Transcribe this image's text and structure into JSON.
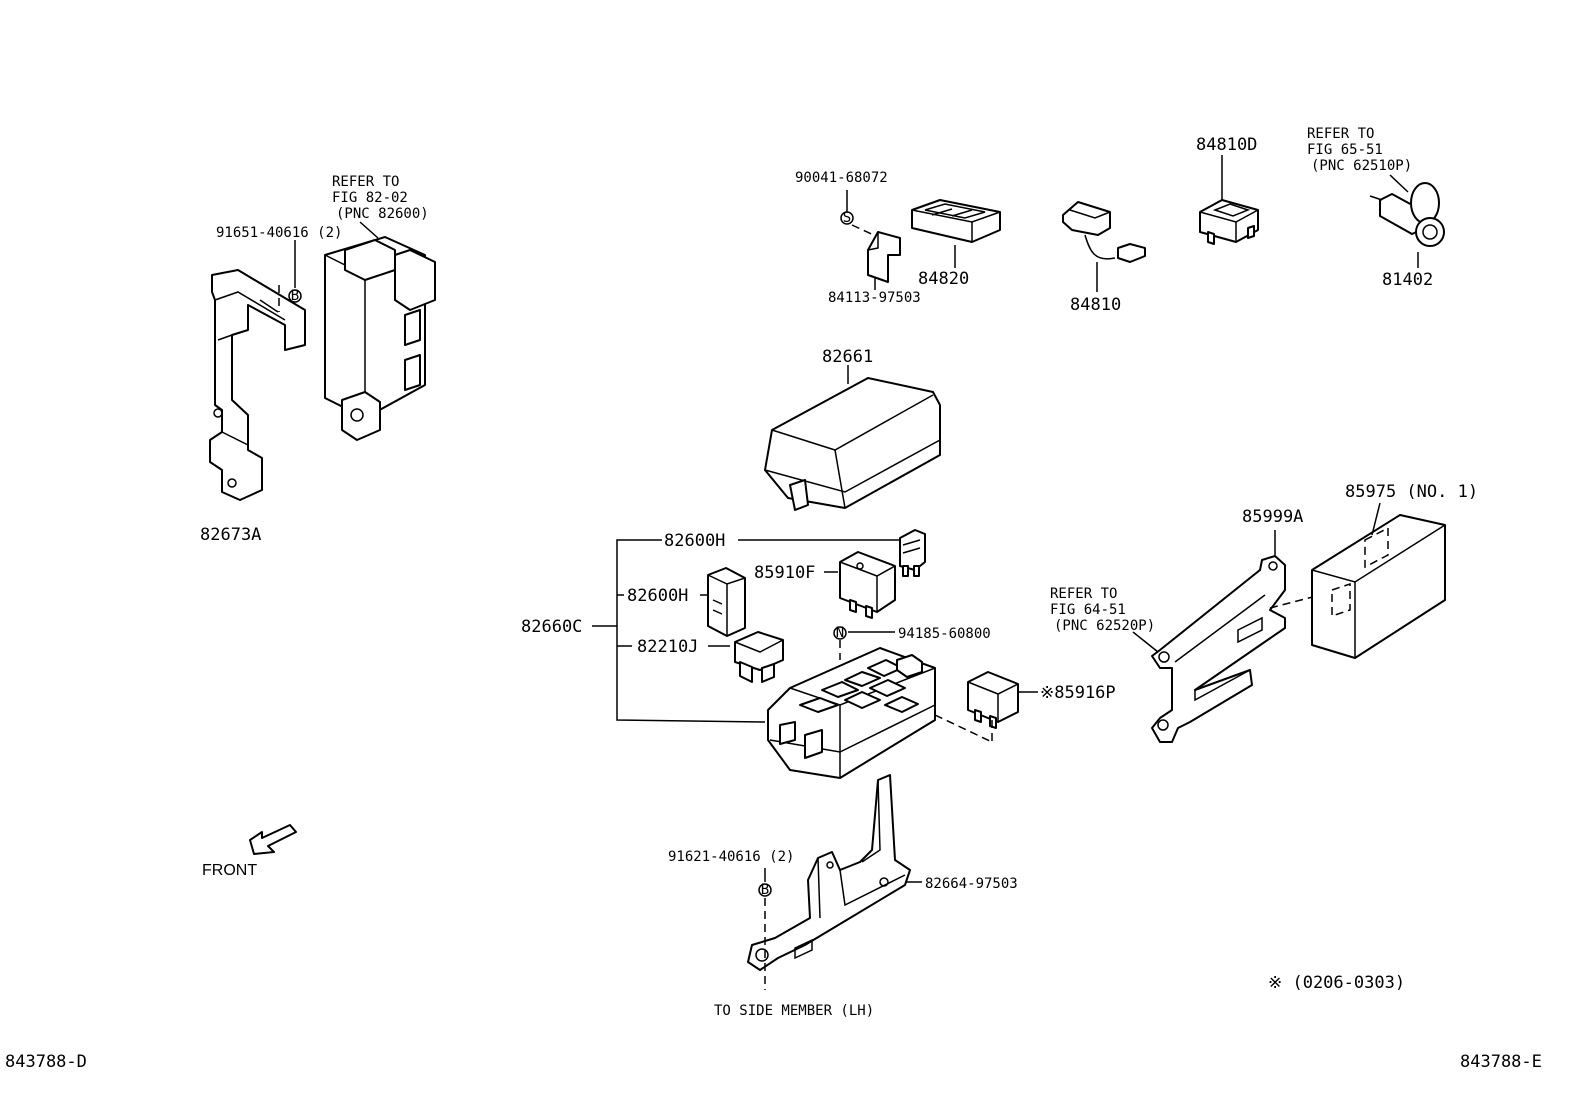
{
  "labels": {
    "refer_fig_82_02": [
      "REFER TO",
      "FIG 82-02",
      "(PNC 82600)"
    ],
    "p91651": "91651-40616 (2)",
    "p82673A": "82673A",
    "p90041": "90041-68072",
    "p84113": "84113-97503",
    "p84820": "84820",
    "p84810": "84810",
    "p84810D": "84810D",
    "refer_fig_65_51": [
      "REFER TO",
      "FIG 65-51",
      "(PNC 62510P)"
    ],
    "p81402": "81402",
    "p82661": "82661",
    "p82600H_top": "82600H",
    "p85910F": "85910F",
    "p82600H_mid": "82600H",
    "p82660C": "82660C",
    "p82210J": "82210J",
    "p94185": "94185-60800",
    "p85916P": "※85916P",
    "p85999A": "85999A",
    "p85975": "85975 (NO. 1)",
    "refer_fig_64_51": [
      "REFER TO",
      "FIG 64-51",
      "(PNC 62520P)"
    ],
    "p91621": "91621-40616 (2)",
    "p82664": "82664-97503",
    "to_side_member": "TO SIDE MEMBER (LH)",
    "front": "FRONT",
    "note_period": "※ (0206-0303)",
    "ref_left": "843788-D",
    "ref_right": "843788-E"
  },
  "markers": {
    "b_top": "B",
    "b_bottom": "B",
    "s_marker": "S",
    "n_marker": "N"
  }
}
